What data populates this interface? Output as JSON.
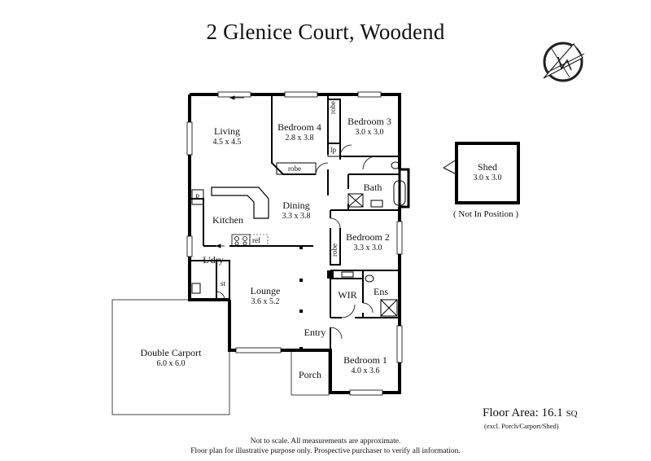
{
  "title": "2 Glenice Court, Woodend",
  "rooms": {
    "living": {
      "name": "Living",
      "dims": "4.5 x 4.5"
    },
    "bedroom4": {
      "name": "Bedroom 4",
      "dims": "2.8 x 3.8"
    },
    "bedroom3": {
      "name": "Bedroom 3",
      "dims": "3.0 x 3.0"
    },
    "shed": {
      "name": "Shed",
      "dims": "3.0 x 3.0"
    },
    "bath": {
      "name": "Bath"
    },
    "dining": {
      "name": "Dining",
      "dims": "3.3 x 3.8"
    },
    "kitchen": {
      "name": "Kitchen"
    },
    "bedroom2": {
      "name": "Bedroom 2",
      "dims": "3.3 x 3.0"
    },
    "laundry": {
      "name": "L'dry"
    },
    "lounge": {
      "name": "Lounge",
      "dims": "3.6 x 5.2"
    },
    "wir": {
      "name": "WIR"
    },
    "ens": {
      "name": "Ens"
    },
    "entry": {
      "name": "Entry"
    },
    "double_carport": {
      "name": "Double Carport",
      "dims": "6.0 x 6.0"
    },
    "bedroom1": {
      "name": "Bedroom 1",
      "dims": "4.0 x 3.6"
    },
    "porch": {
      "name": "Porch"
    }
  },
  "small_labels": {
    "robe_b3": "robe",
    "robe_b4": "robe",
    "robe_b2": "robe",
    "lp": "lp",
    "pantry": "P",
    "ref": "ref",
    "store": "st"
  },
  "shed_note": "( Not In Position )",
  "floor_area": {
    "label": "Floor Area: 16.1",
    "unit": "SQ",
    "note": "(excl. Porch/Carport/Shed)"
  },
  "footer": {
    "line1": "Not to scale. All measurements are approximate.",
    "line2": "Floor plan for illustrative purpose only. Prospective purchaser to verify all information."
  },
  "icons": {
    "compass": "north-compass-icon"
  }
}
